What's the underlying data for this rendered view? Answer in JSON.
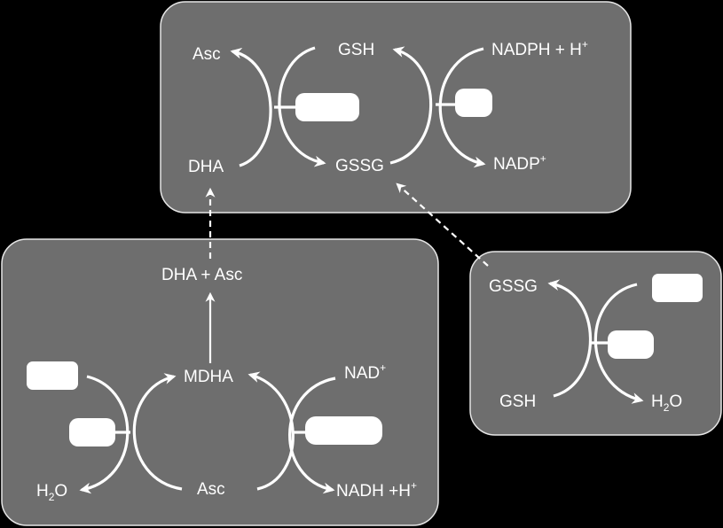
{
  "top": {
    "asc": "Asc",
    "dha": "DHA",
    "gsh": "GSH",
    "gssg": "GSSG",
    "nadph": "NADPH + H",
    "nadph_sup": "+",
    "nadp": "NADP",
    "nadp_sup": "+"
  },
  "bottom_left": {
    "dha_asc": "DHA + Asc",
    "mdha": "MDHA",
    "nad": "NAD",
    "nad_sup": "+",
    "h2o_h": "H",
    "h2o_sub": "2",
    "h2o_o": "O",
    "asc": "Asc",
    "nadh": "NADH +H",
    "nadh_sup": "+"
  },
  "right": {
    "gssg": "GSSG",
    "gsh": "GSH",
    "h2o_h": "H",
    "h2o_sub": "2",
    "h2o_o": "O"
  }
}
